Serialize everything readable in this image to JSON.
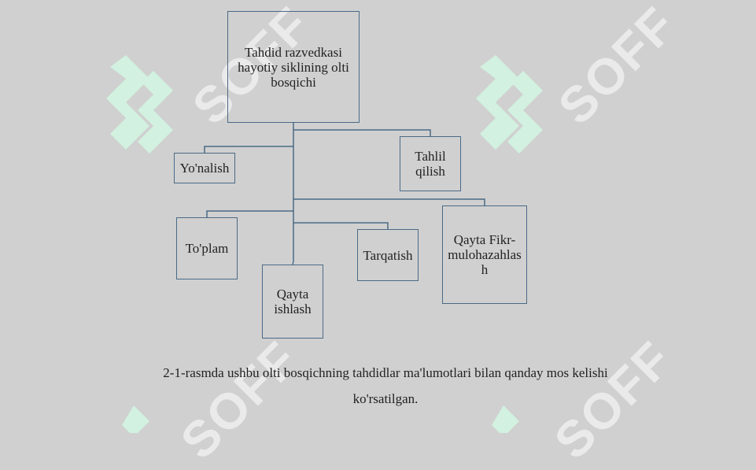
{
  "diagram": {
    "root": "Tahdid razvedkasi\nhayotiy siklining olti\nbosqichi",
    "nodes": {
      "direction": "Yo'nalish",
      "analysis": "Tahlil\nqilish",
      "collection": "To'plam",
      "processing": "Qayta\nishlash",
      "dissemination": "Tarqatish",
      "feedback": "Qayta Fikr-\nmulohazahlas\nh"
    }
  },
  "caption": {
    "line1": "2-1-rasmda ushbu olti bosqichning tahdidlar ma'lumotlari bilan qanday mos kelishi",
    "line2": "ko'rsatilgan."
  },
  "watermark": {
    "text": "SOFF",
    "logo_color": "#d4f0e0"
  }
}
